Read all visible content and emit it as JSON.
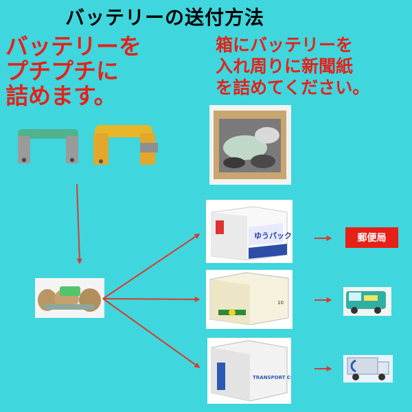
{
  "title": "バッテリーの送付方法",
  "left_instruction": "バッテリーを\nプチプチに\n詰めます。",
  "right_instruction": "箱にバッテリーを\n入れ周りに新聞紙\nを詰めてください。",
  "carriers": [
    {
      "label": "郵便局",
      "box_text": "ゆうパック"
    },
    {
      "label": "",
      "box_text": "10"
    },
    {
      "label": "",
      "box_text": "TRANSPORT COMMUNICATION SAGAWA"
    }
  ],
  "colors": {
    "background": "#3fd6dd",
    "text_red": "#e8201a",
    "arrow_red": "#d93a2e"
  }
}
